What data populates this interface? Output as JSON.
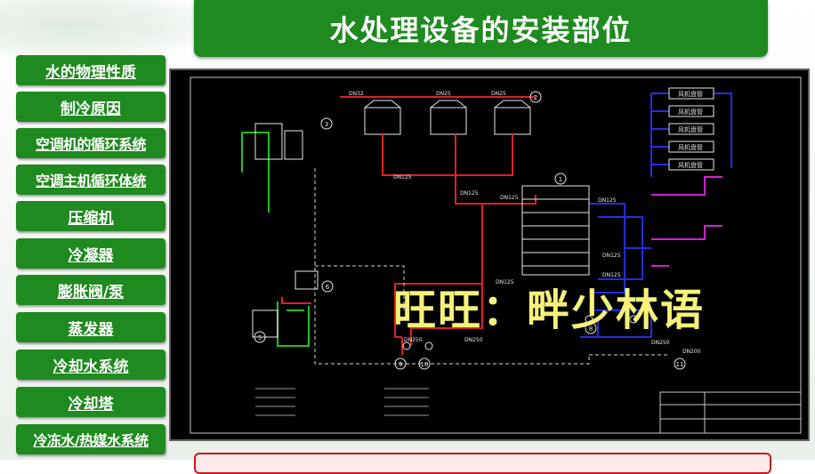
{
  "title": "水处理设备的安装部位",
  "nav": [
    {
      "label": "水的物理性质"
    },
    {
      "label": "制冷原因"
    },
    {
      "label": "空调机的循环系统"
    },
    {
      "label": "空调主机循环体统"
    },
    {
      "label": "压缩机"
    },
    {
      "label": "冷凝器"
    },
    {
      "label": "膨胀阀/泵"
    },
    {
      "label": "蒸发器"
    },
    {
      "label": "冷却水系统"
    },
    {
      "label": "冷却塔"
    },
    {
      "label": "冷冻水/热媒水系统"
    }
  ],
  "watermark": "旺旺：畔少林语",
  "diagram": {
    "pipe_labels": [
      "DN32",
      "DN25",
      "DN25",
      "DN125",
      "DN125",
      "DN125",
      "DN125",
      "DN125",
      "DN125",
      "DN125",
      "DN250",
      "DN250",
      "DN250",
      "DN200"
    ],
    "fan_coil_label": "风机盘管",
    "markers": [
      "1",
      "2",
      "3",
      "4",
      "5",
      "6",
      "8",
      "9",
      "10",
      "11"
    ]
  },
  "colors": {
    "accent": "#1f8a1f",
    "diagram_bg": "#000000",
    "pipe_red": "#e02020",
    "pipe_blue": "#2030e0",
    "pipe_green": "#20c020",
    "pipe_magenta": "#d020d0",
    "watermark": "#f4f27a"
  }
}
